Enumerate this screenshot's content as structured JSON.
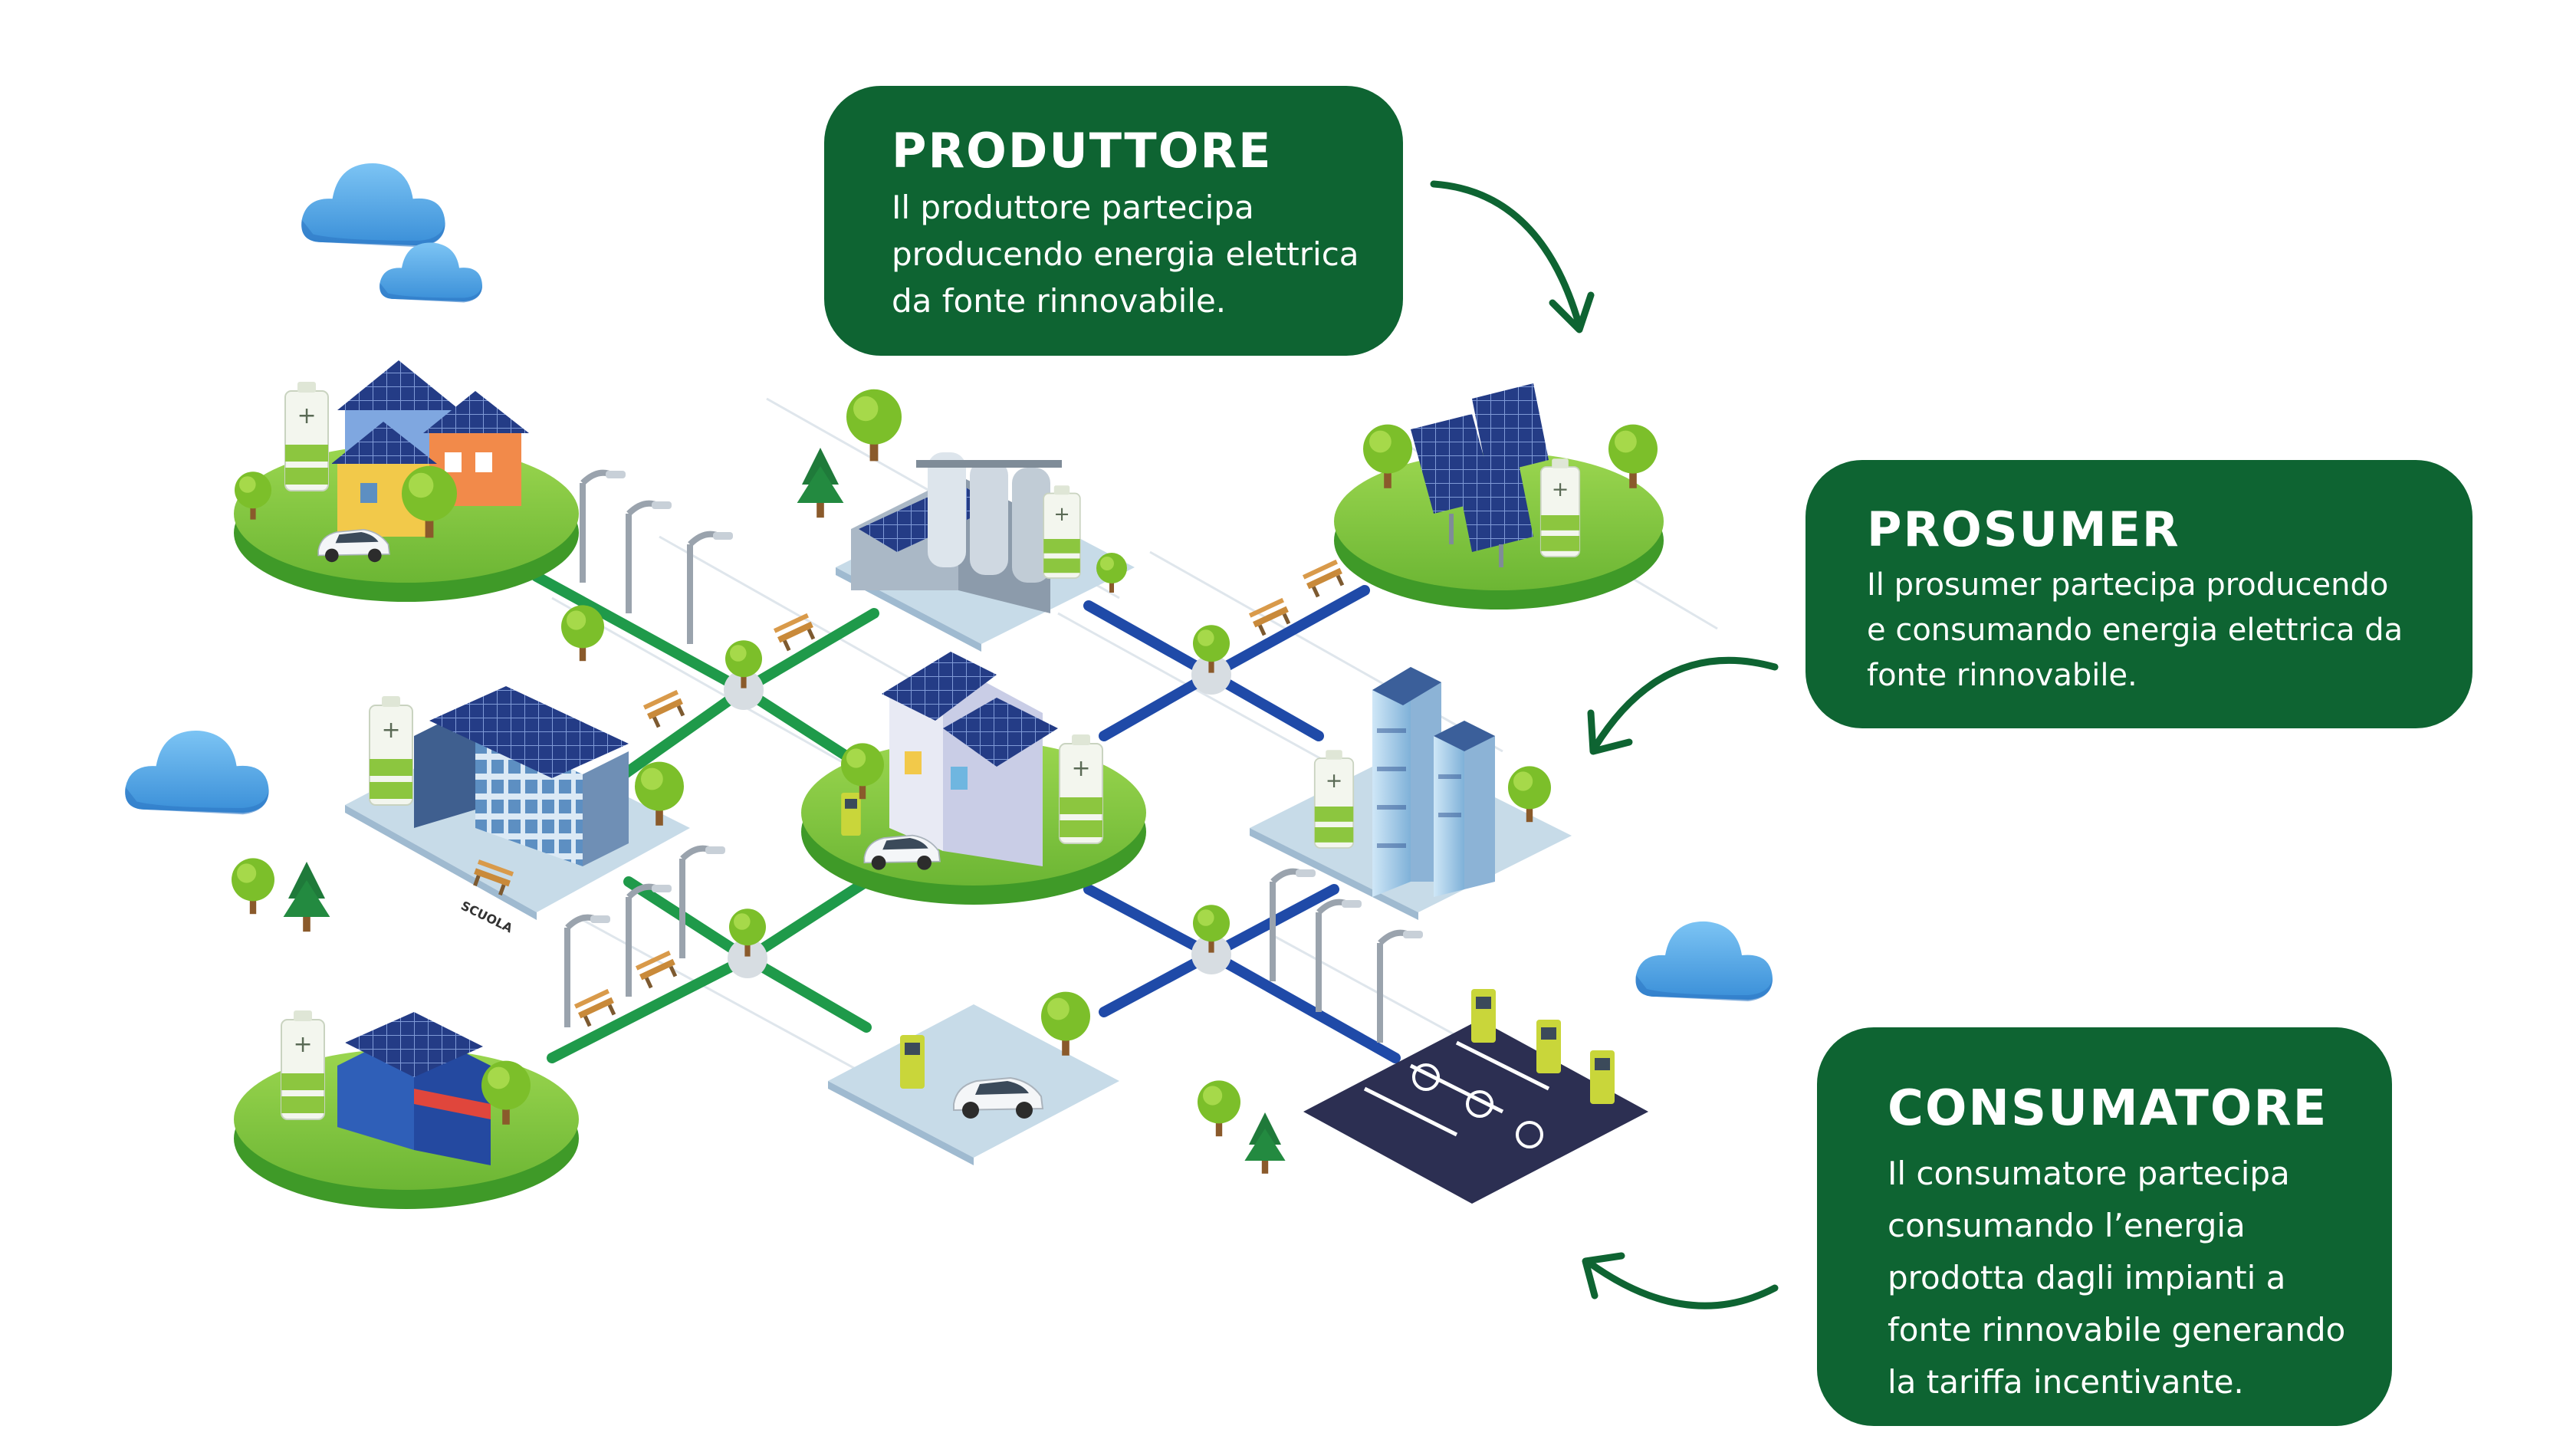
{
  "colors": {
    "callout_bg": "#0e6432",
    "callout_text": "#ffffff",
    "arrow": "#0e6432",
    "island_grass": "#7bc13f",
    "island_edge": "#3f9a28",
    "grid_green": "#1f9a4a",
    "grid_blue": "#1f4aa8",
    "cloud": "#4da7e8",
    "solar_panel": "#23407a",
    "parking": "#2c2f52"
  },
  "callouts": [
    {
      "id": "produttore",
      "title": "PRODUTTORE",
      "lines": [
        "Il produttore partecipa",
        "producendo energia elettrica",
        "da fonte rinnovabile."
      ]
    },
    {
      "id": "prosumer",
      "title": "PROSUMER",
      "lines": [
        "Il prosumer partecipa producendo",
        "e consumando energia elettrica da",
        "fonte rinnovabile."
      ]
    },
    {
      "id": "consumatore",
      "title": "CONSUMATORE",
      "lines": [
        "Il consumatore partecipa",
        "consumando l’energia",
        "prodotta dagli impianti a",
        "fonte rinnovabile generando",
        "la tariffa incentivante."
      ]
    }
  ],
  "illustration": {
    "school_sign": "SCUOLA",
    "icons": [
      "cloud-icon",
      "solar-panel-icon",
      "battery-icon",
      "tree-icon",
      "ev-charger-icon",
      "electric-car-icon",
      "street-lamp-icon",
      "bench-icon",
      "factory-icon",
      "skyscraper-icon",
      "house-icon",
      "shop-icon"
    ]
  }
}
